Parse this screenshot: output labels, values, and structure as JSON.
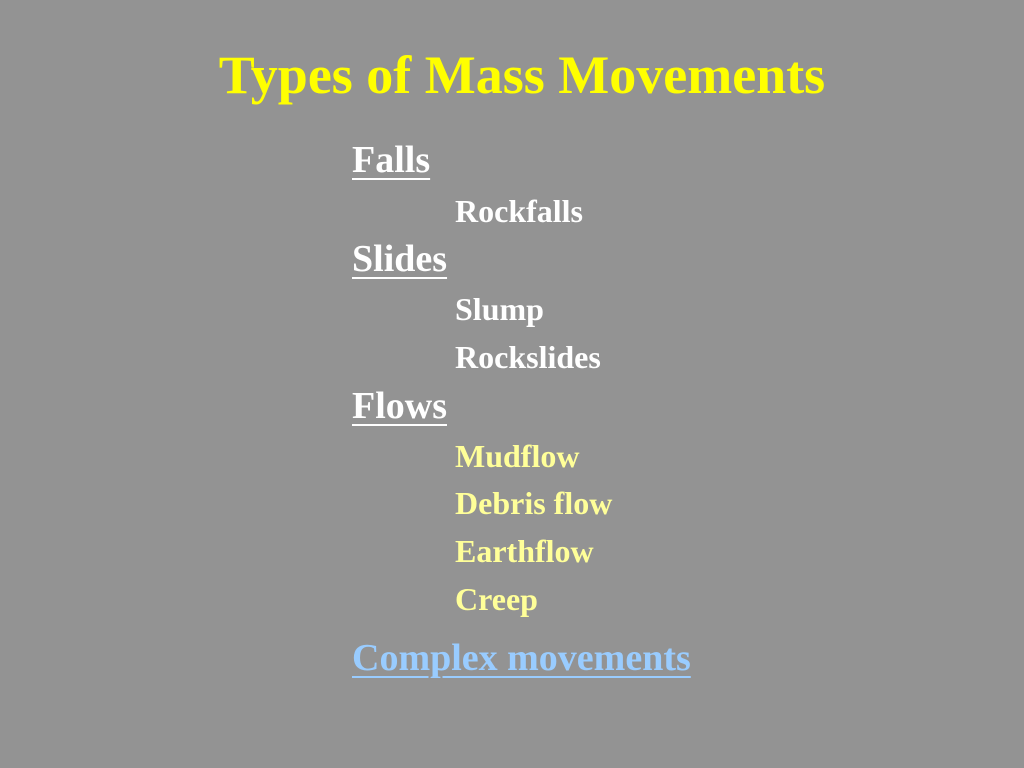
{
  "slide": {
    "title": "Types of Mass Movements",
    "falls": {
      "heading": "Falls",
      "items": [
        "Rockfalls"
      ]
    },
    "slides": {
      "heading": "Slides",
      "items": [
        "Slump",
        "Rockslides"
      ]
    },
    "flows": {
      "heading": "Flows",
      "items": [
        "Mudflow",
        "Debris flow",
        "Earthflow",
        "Creep"
      ]
    },
    "complex_link": "Complex movements"
  },
  "colors": {
    "background": "#939393",
    "title": "#ffff00",
    "heading": "#ffffff",
    "flow_items": "#ffff99",
    "link": "#99ccff"
  }
}
